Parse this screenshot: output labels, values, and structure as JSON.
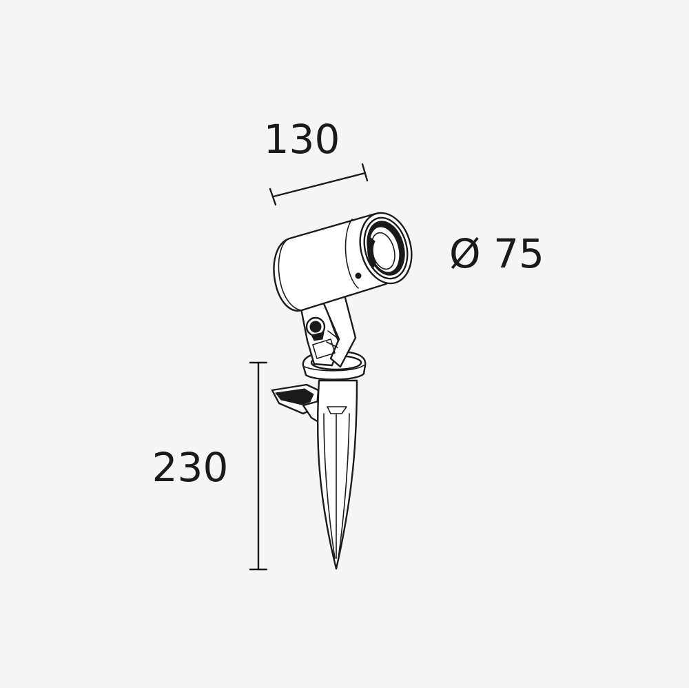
{
  "dimensions": {
    "width_label": "130",
    "diameter_label": "Ø 75",
    "height_label": "230"
  },
  "colors": {
    "background": "#f5f5f5",
    "line": "#1a1a1a",
    "body_fill": "#ffffff"
  }
}
